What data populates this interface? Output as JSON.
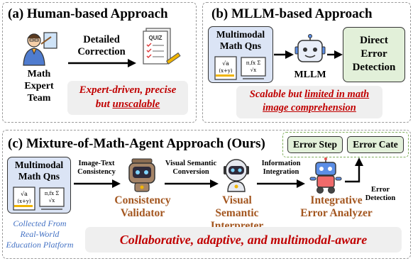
{
  "panel_a": {
    "title": "(a) Human-based Approach",
    "expert_label": "Math Expert Team",
    "arrow_label": "Detailed Correction",
    "quiz_label": "QUIZ",
    "note_line1": "Expert-driven, precise",
    "note_line2_prefix": "but ",
    "note_line2_underlined": "unscalable"
  },
  "panel_b": {
    "title": "(b) MLLM-based Approach",
    "input_label": "Multimodal Math Qns",
    "model_label": "MLLM",
    "output_label": "Direct Error Detection",
    "note_line1_prefix": "Scalable but ",
    "note_line1_underlined": "limited in math",
    "note_line2_underlined": "image comprehension"
  },
  "panel_c": {
    "title": "(c) Mixture-of-Math-Agent Approach (Ours)",
    "input_label": "Multimodal Math Qns",
    "source_note": "Collected From Real-World Education Platform",
    "outputs": [
      "Error Step",
      "Error Cate"
    ],
    "arrow_labels": [
      "Image-Text Consistency",
      "Visual Semantic Conversion",
      "Information Integration",
      "Error Detection"
    ],
    "agents": [
      "Consistency Validator",
      "Visual Semantic Interpreter",
      "Integrative Error Analyzer"
    ],
    "note": "Collaborative, adaptive, and multimodal-aware"
  },
  "icons": {
    "math_snippet_1": "√a (x+y)",
    "math_snippet_2": "π,fx Σ √x"
  },
  "colors": {
    "agent_text": "#a3561f",
    "note_text": "#c00000",
    "source_text": "#4472c4",
    "input_box_fill": "#dbe4f5",
    "output_box_fill": "#e2f0d9",
    "note_fill": "#efefef"
  }
}
